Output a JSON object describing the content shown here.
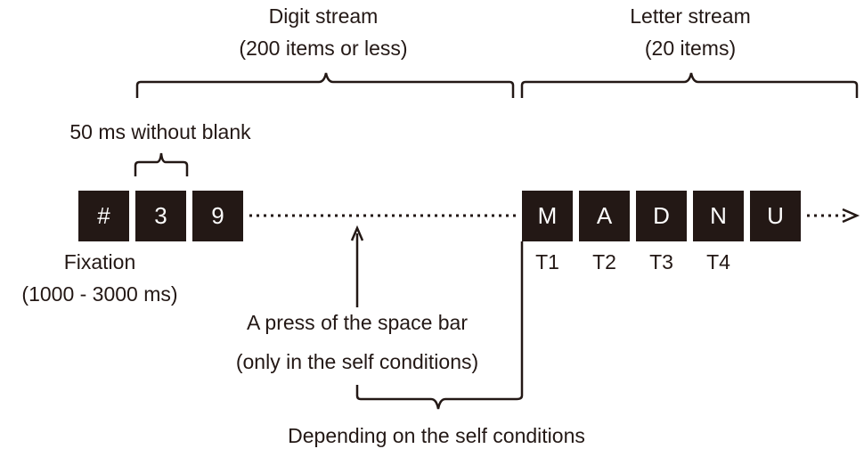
{
  "digit_stream": {
    "title": "Digit stream",
    "subtitle": "(200 items or less)"
  },
  "letter_stream": {
    "title": "Letter stream",
    "subtitle": "(20 items)"
  },
  "duration_note": "50 ms without blank",
  "fixation": {
    "symbol": "#",
    "label": "Fixation",
    "duration": "(1000 - 3000 ms)"
  },
  "digits": [
    "3",
    "9"
  ],
  "letters": [
    "M",
    "A",
    "D",
    "N",
    "U"
  ],
  "targets": [
    "T1",
    "T2",
    "T3",
    "T4"
  ],
  "space_bar_note": {
    "line1": "A press of the space bar",
    "line2": "(only in the self conditions)"
  },
  "depending_note": "Depending on the self conditions",
  "colors": {
    "box_fill": "#231815",
    "box_text": "#ffffff",
    "line": "#231815"
  }
}
